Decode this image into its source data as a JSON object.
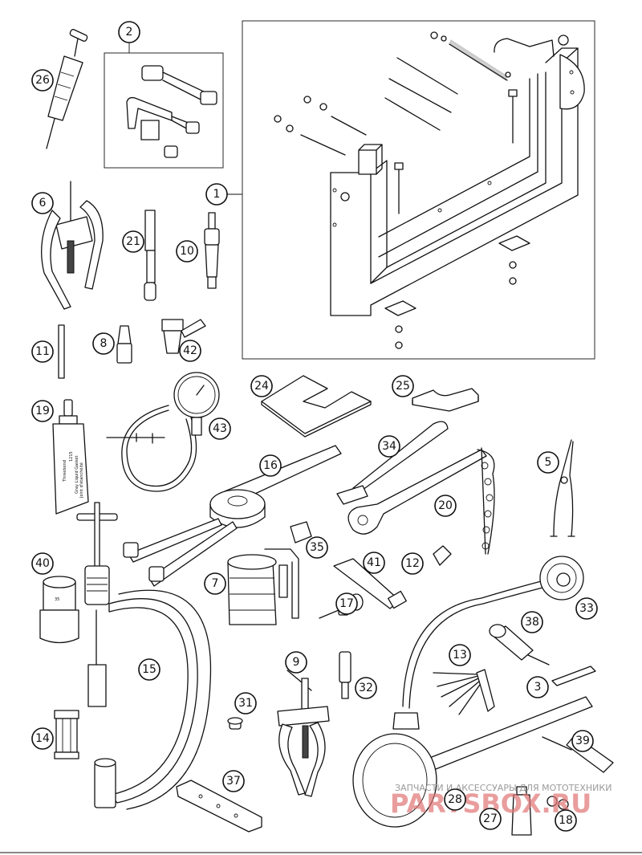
{
  "callouts": {
    "c1": "1",
    "c2": "2",
    "c3": "3",
    "c5": "5",
    "c6": "6",
    "c7": "7",
    "c8": "8",
    "c9": "9",
    "c10": "10",
    "c11": "11",
    "c12": "12",
    "c13": "13",
    "c14": "14",
    "c15": "15",
    "c16": "16",
    "c17": "17",
    "c18": "18",
    "c19": "19",
    "c20": "20",
    "c21": "21",
    "c24": "24",
    "c25": "25",
    "c26": "26",
    "c27": "27",
    "c28": "28",
    "c31": "31",
    "c32": "32",
    "c33": "33",
    "c34": "34",
    "c35": "35",
    "c37": "37",
    "c38": "38",
    "c39": "39",
    "c40": "40",
    "c41": "41",
    "c42": "42",
    "c43": "43"
  },
  "labels": {
    "tube_brand": "Threebond",
    "tube_code": "1215",
    "tube_desc": "Gray Liquid Gasket",
    "tube_desc2": "Joint d'étanchéité",
    "socket_size": "35"
  },
  "watermark": {
    "line1": "ЗАПЧАСТИ И АКСЕССУАРЫ ДЛЯ МОТОТЕХНИКИ",
    "line2": "PARTSBOX.RU"
  },
  "colors": {
    "line": "#111111",
    "fill_grey": "#d9d9d9",
    "watermark": "#e07575"
  }
}
